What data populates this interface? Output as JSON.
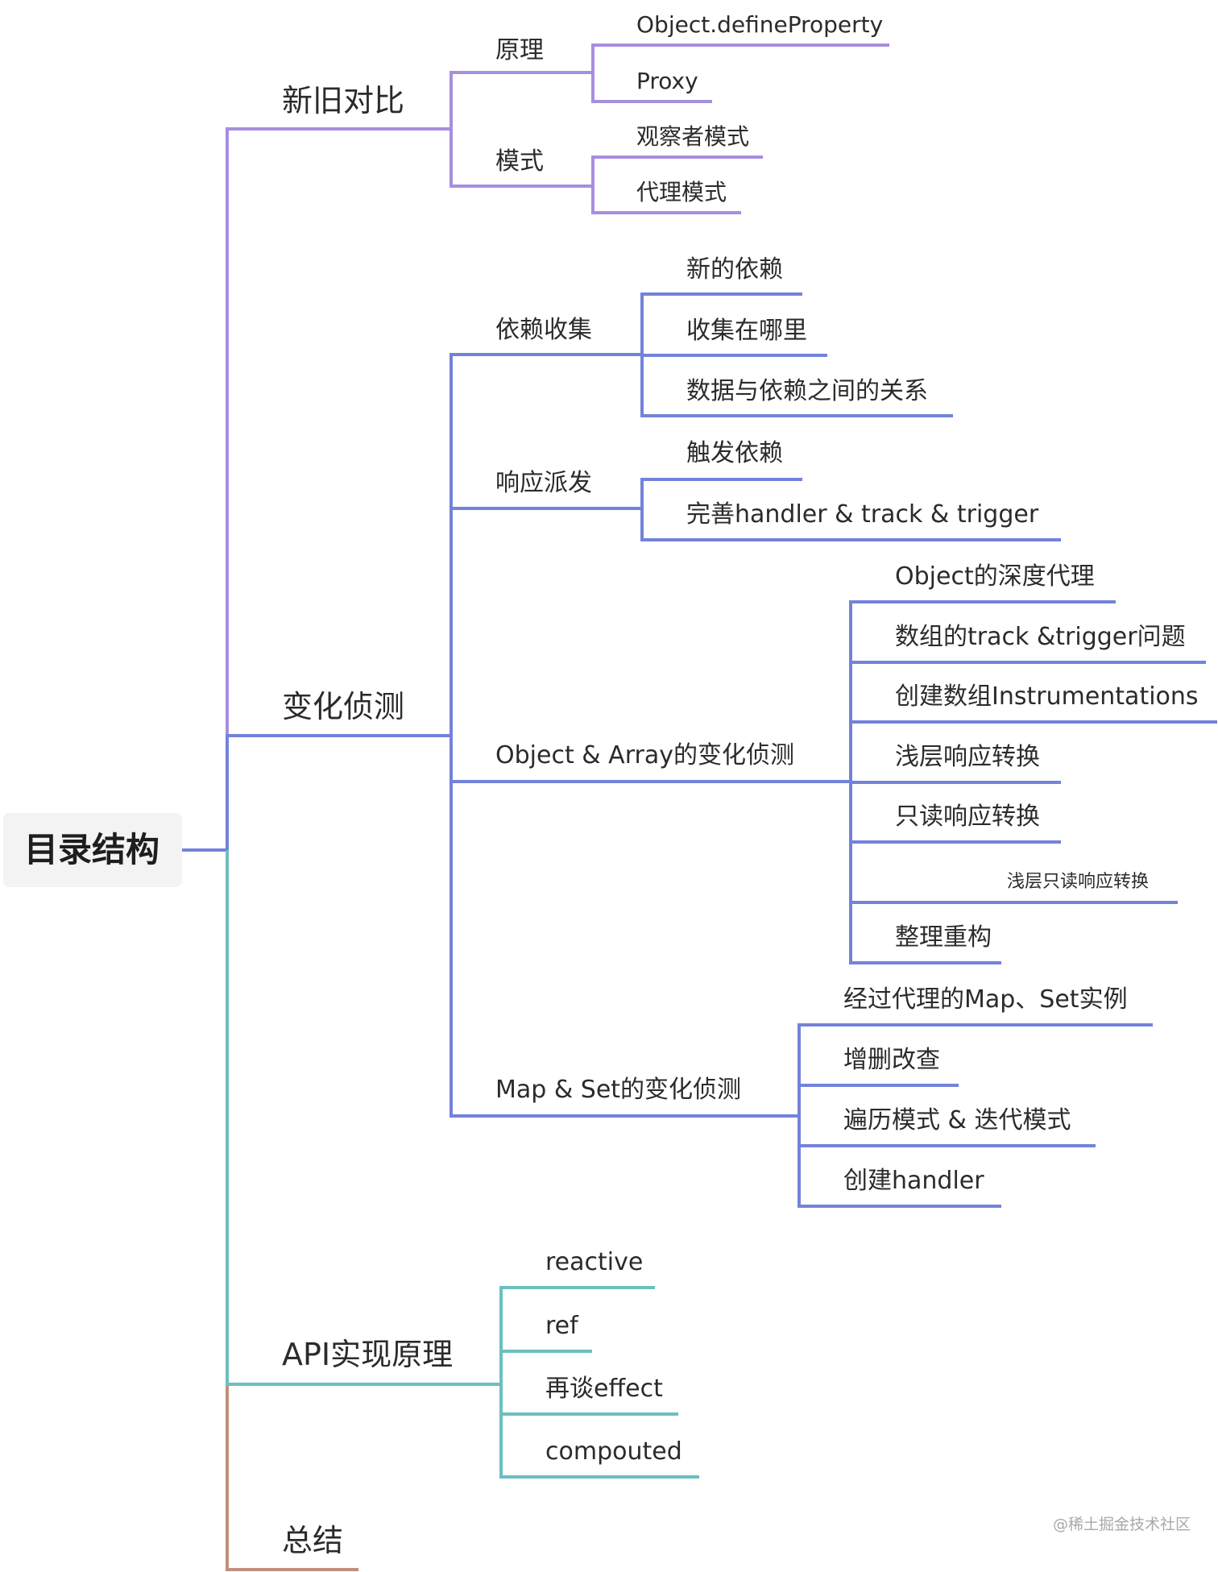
{
  "root": "目录结构",
  "watermark": "@稀土掘金技术社区",
  "colors": {
    "purple": "#a68fde",
    "blue": "#7383da",
    "teal": "#6cbfbf",
    "brown": "#c18f7d"
  },
  "branches": [
    {
      "label": "新旧对比",
      "children": [
        {
          "label": "原理",
          "children": [
            "Object.defineProperty",
            "Proxy"
          ]
        },
        {
          "label": "模式",
          "children": [
            "观察者模式",
            "代理模式"
          ]
        }
      ]
    },
    {
      "label": "变化侦测",
      "children": [
        {
          "label": "依赖收集",
          "children": [
            "新的依赖",
            "收集在哪里",
            "数据与依赖之间的关系"
          ]
        },
        {
          "label": "响应派发",
          "children": [
            "触发依赖",
            "完善handler & track & trigger"
          ]
        },
        {
          "label": "Object & Array的变化侦测",
          "children": [
            "Object的深度代理",
            "数组的track &trigger问题",
            "创建数组Instrumentations",
            "浅层响应转换",
            "只读响应转换",
            "浅层只读响应转换",
            "整理重构"
          ]
        },
        {
          "label": "Map & Set的变化侦测",
          "children": [
            "经过代理的Map、Set实例",
            "增删改查",
            "遍历模式 & 迭代模式",
            "创建handler"
          ]
        }
      ]
    },
    {
      "label": "API实现原理",
      "children": [
        "reactive",
        "ref",
        "再谈effect",
        "compouted"
      ]
    },
    {
      "label": "总结",
      "children": []
    }
  ]
}
